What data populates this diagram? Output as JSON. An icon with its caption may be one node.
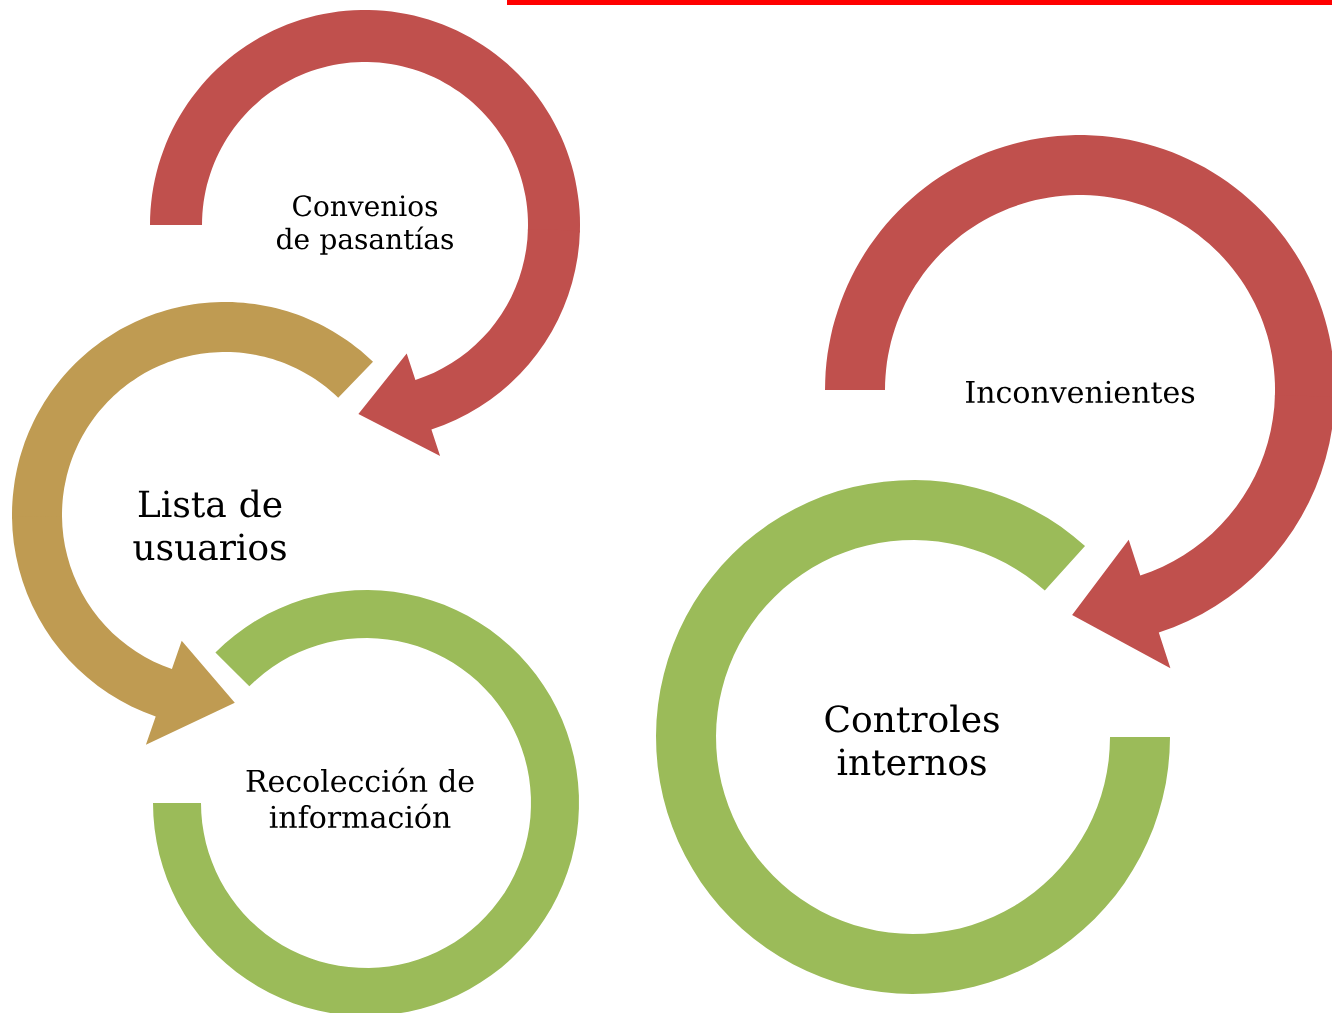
{
  "diagram": {
    "nodes": [
      {
        "text": [
          "Convenios de pasantías"
        ]
      },
      {
        "text": [
          "Lista de usuarios"
        ]
      },
      {
        "text": [
          "Recolección de información"
        ]
      },
      {
        "text": [
          "Inconvenientes"
        ]
      },
      {
        "text": [
          "Controles internos"
        ]
      }
    ],
    "edges": [
      {
        "from": 0,
        "to": 1,
        "arrow": "to"
      },
      {
        "from": 1,
        "to": 2,
        "arrow": "to",
        "color": "#bf9b52"
      },
      {
        "from": 3,
        "to": 4,
        "arrow": "to"
      }
    ]
  }
}
